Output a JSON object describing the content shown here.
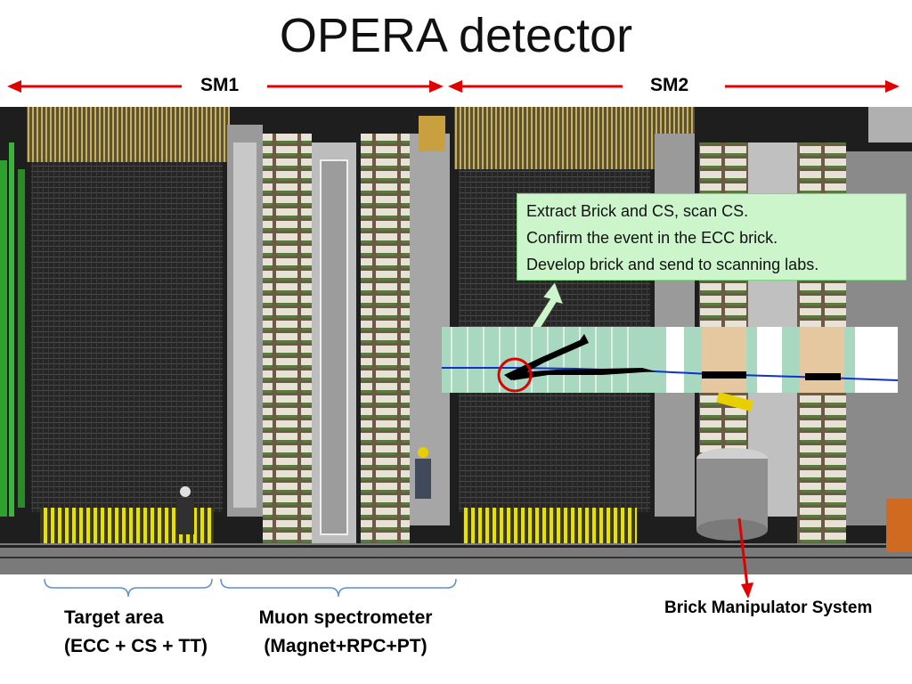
{
  "slide": {
    "title": "OPERA detector",
    "sm1_label": "SM1",
    "sm2_label": "SM2"
  },
  "callout": {
    "lines": [
      "Extract Brick and CS, scan CS.",
      "Confirm the event in the ECC brick.",
      "Develop brick and send to scanning labs."
    ]
  },
  "bottom_labels": {
    "target_line1": "Target area",
    "target_line2": "(ECC + CS + TT)",
    "muon_line1": "Muon spectrometer",
    "muon_line2": "(Magnet+RPC+PT)",
    "bms": "Brick Manipulator System"
  },
  "colors": {
    "arrow_red": "#e00000",
    "callout_bg": "#ccf5cc",
    "brace_blue": "#5b8fd0"
  }
}
